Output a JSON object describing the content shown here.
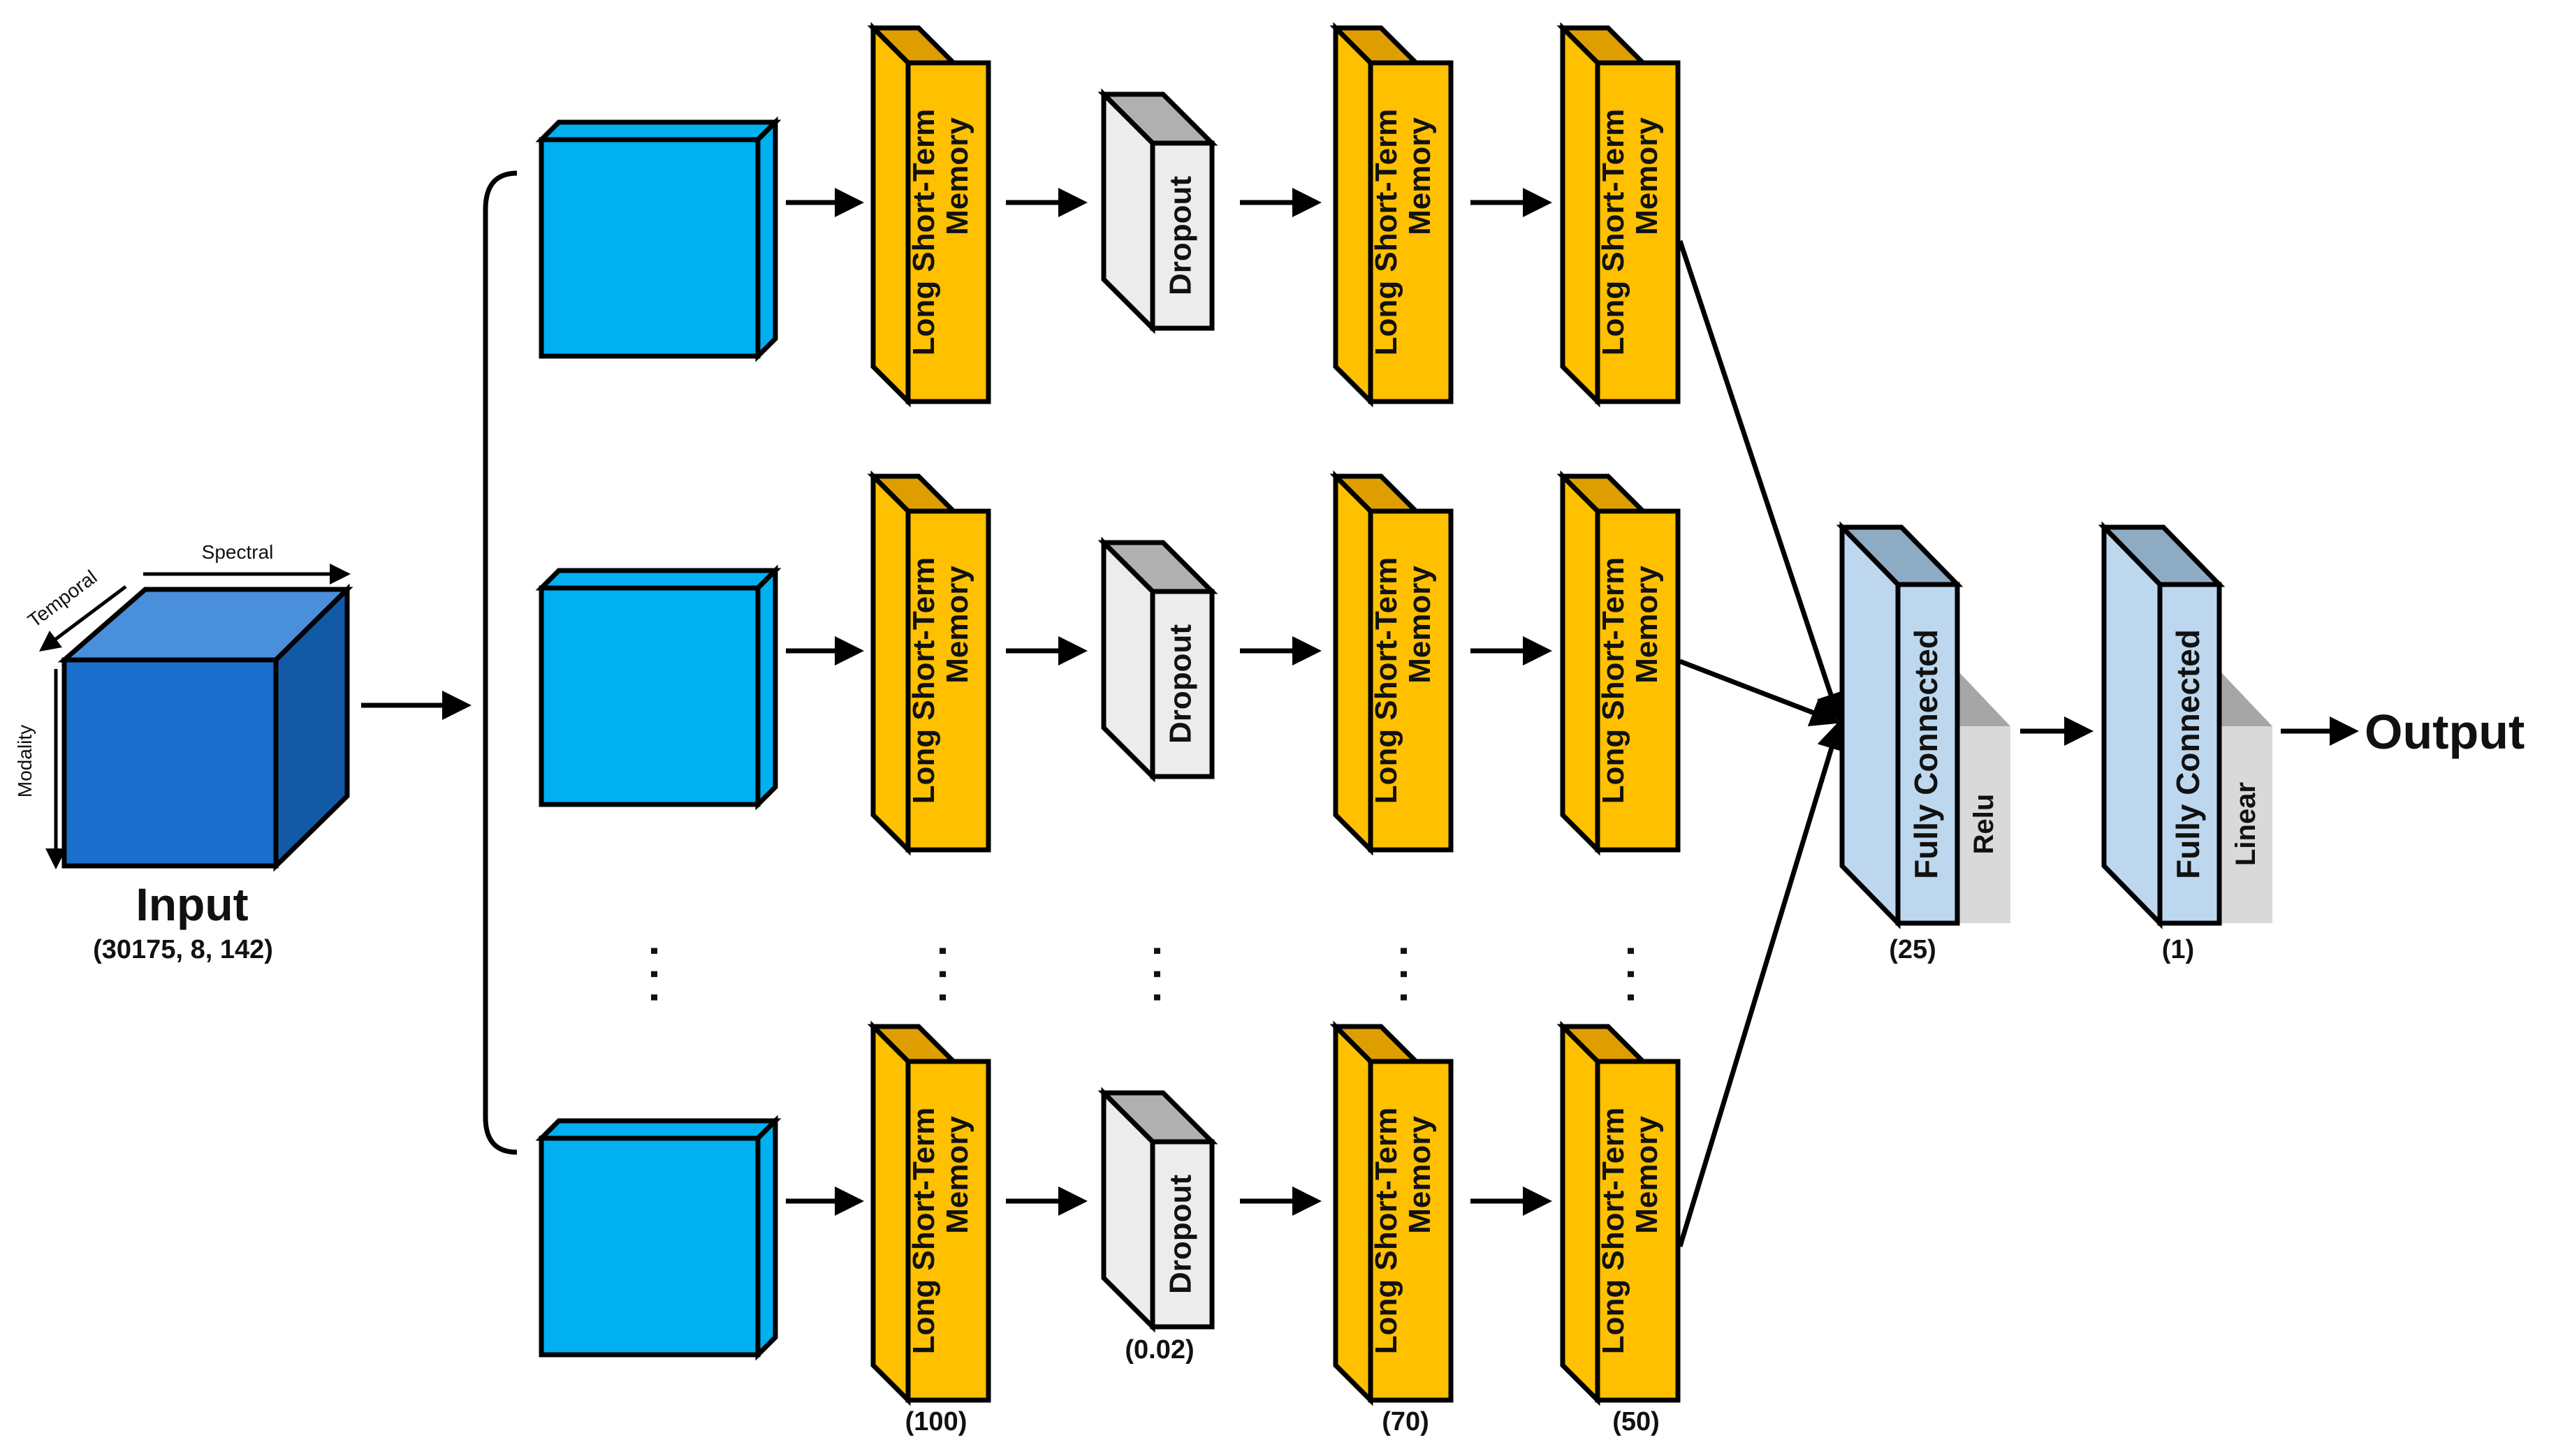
{
  "input": {
    "title": "Input",
    "shape": "(30175, 8, 142)",
    "axis_spectral": "Spectral",
    "axis_temporal": "Temporal",
    "axis_modality": "Modality"
  },
  "lstm_label_line1": "Long Short-Term",
  "lstm_label_line2": "Memory",
  "dropout_label": "Dropout",
  "ellipsis": ". . .",
  "params": {
    "lstm1_units": "(100)",
    "dropout_rate": "(0.02)",
    "lstm2_units": "(70)",
    "lstm3_units": "(50)"
  },
  "fc1": {
    "label": "Fully Connected",
    "activation": "Relu",
    "units": "(25)"
  },
  "fc2": {
    "label": "Fully Connected",
    "activation": "Linear",
    "units": "(1)"
  },
  "output_label": "Output",
  "colors": {
    "input_cube": "#1a6fcc",
    "input_cube_top": "#4a8fdb",
    "input_cube_side": "#135aa6",
    "branch_block": "#00b0f0",
    "lstm_front": "#ffc000",
    "lstm_top": "#df9e00",
    "dropout_front": "#ececec",
    "dropout_top": "#b0b0b0",
    "fc_front": "#bdd7ee",
    "fc_top": "#8eabc4",
    "activation_tab": "#d9d9d9"
  }
}
